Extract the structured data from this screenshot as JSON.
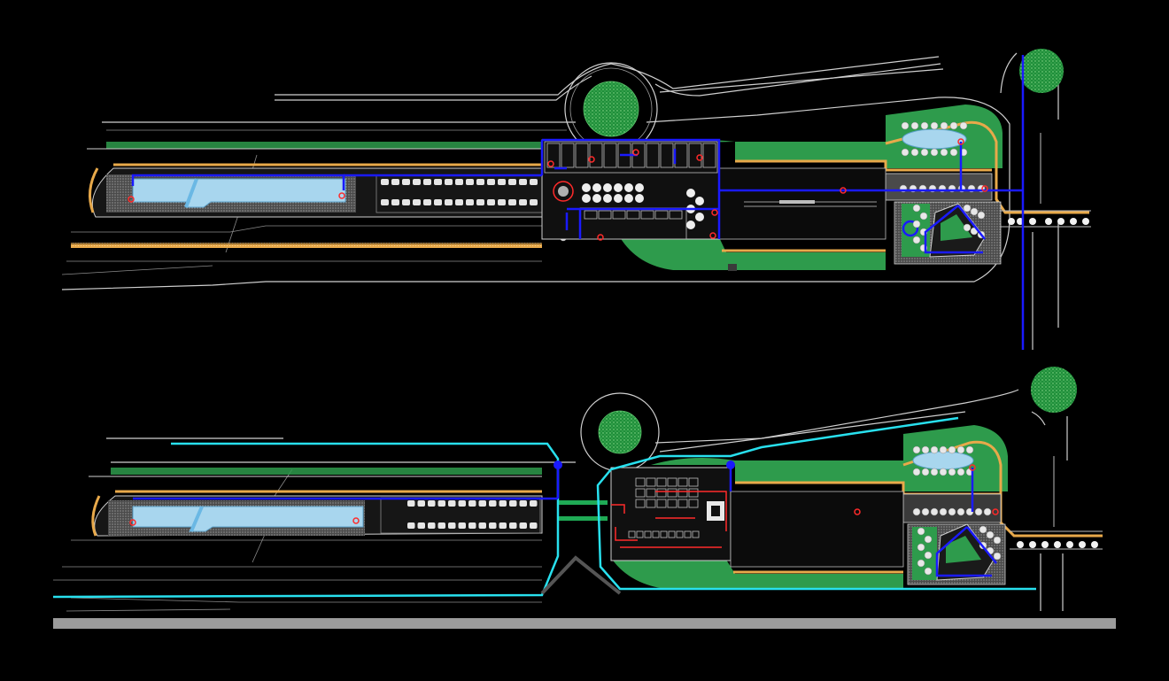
{
  "drawing": {
    "background": "#000000",
    "colors": {
      "linework": "#d9d9d9",
      "dim_linework": "#7f7f7f",
      "vegetation": "#2e9b4c",
      "tree": "#1f8f3a",
      "tree_texture": "#8fdc8f",
      "paving": "#e8a94a",
      "water": "#a8d6ee",
      "water_edge": "#5aa0c8",
      "gravel": "#9a9a9a",
      "pipe_blue": "#1a1aff",
      "pipe_cyan": "#28e0ee",
      "marker_red": "#ff2a2a",
      "green_strip": "#1faa55",
      "ground_bar": "#9b9b9b"
    },
    "plans": [
      {
        "name": "upper-site-plan",
        "network": "blue"
      },
      {
        "name": "lower-site-plan",
        "network": "cyan"
      }
    ]
  }
}
